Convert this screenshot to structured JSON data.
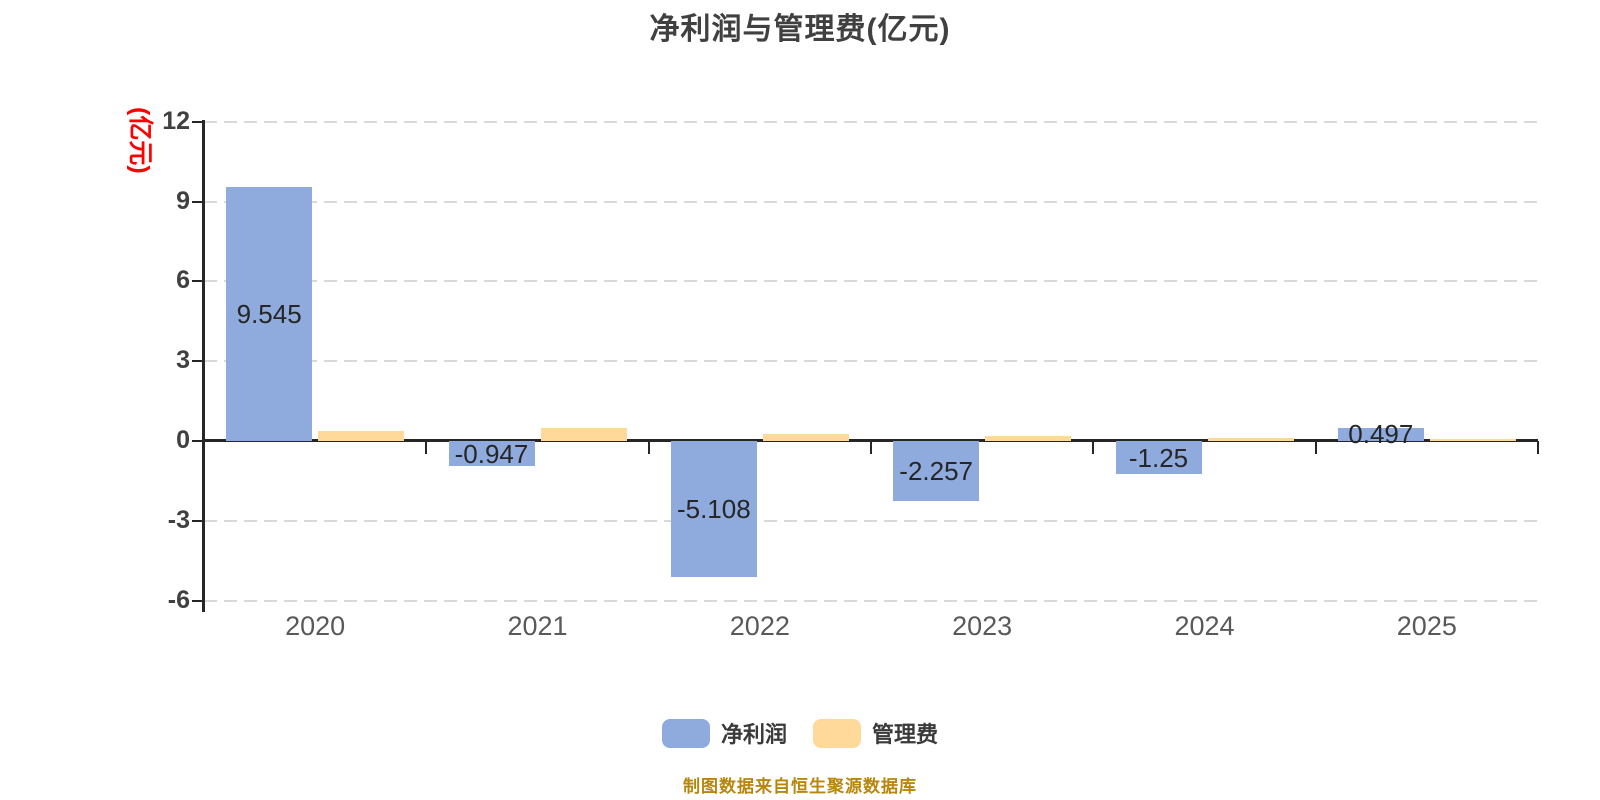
{
  "title": "净利润与管理费(亿元)",
  "y_axis_unit_label": "(亿元)",
  "footer": "制图数据来自恒生聚源数据库",
  "legend": {
    "items": [
      {
        "label": "净利润",
        "color": "#8FAADC"
      },
      {
        "label": "管理费",
        "color": "#FFD999"
      }
    ]
  },
  "colors": {
    "net_profit_bar": "#8FAADC",
    "management_fee_bar": "#FFD999",
    "axis": "#262626",
    "gridline": "#D9D9D9",
    "title_text": "#404040",
    "y_tick_text": "#404040",
    "x_tick_text": "#595959",
    "value_label_text": "#262626",
    "unit_label_text": "#FF0000",
    "footer_text": "#B8860B"
  },
  "chart_data": {
    "type": "bar",
    "title": "净利润与管理费(亿元)",
    "ylabel": "(亿元)",
    "categories": [
      "2020",
      "2021",
      "2022",
      "2023",
      "2024",
      "2025"
    ],
    "series": [
      {
        "name": "净利润",
        "color": "#8FAADC",
        "values": [
          9.545,
          -0.947,
          -5.108,
          -2.257,
          -1.25,
          0.497
        ],
        "value_labels": [
          "9.545",
          "-0.947",
          "-5.108",
          "-2.257",
          "-1.25",
          "0.497"
        ]
      },
      {
        "name": "管理费",
        "color": "#FFD999",
        "values": [
          0.36,
          0.47,
          0.25,
          0.2,
          0.13,
          0.08
        ],
        "value_labels": [
          "",
          "",
          "",
          "",
          "",
          ""
        ]
      }
    ],
    "ylim": [
      -6,
      12
    ],
    "yticks": [
      12,
      9,
      6,
      3,
      0,
      -3,
      -6
    ],
    "grid": "horizontal-dashed",
    "legend_position": "bottom-center"
  }
}
